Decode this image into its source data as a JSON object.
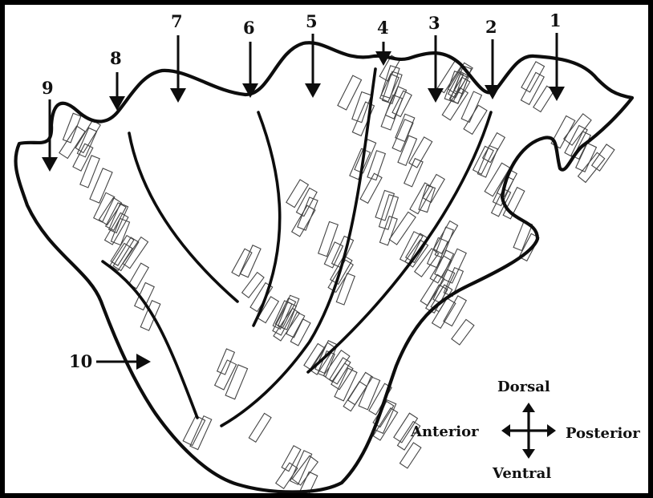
{
  "diagram": {
    "labels": [
      "1",
      "2",
      "3",
      "4",
      "5",
      "6",
      "7",
      "8",
      "9",
      "10"
    ],
    "orientation": {
      "dorsal": "Dorsal",
      "ventral": "Ventral",
      "anterior": "Anterior",
      "posterior": "Posterior"
    }
  }
}
